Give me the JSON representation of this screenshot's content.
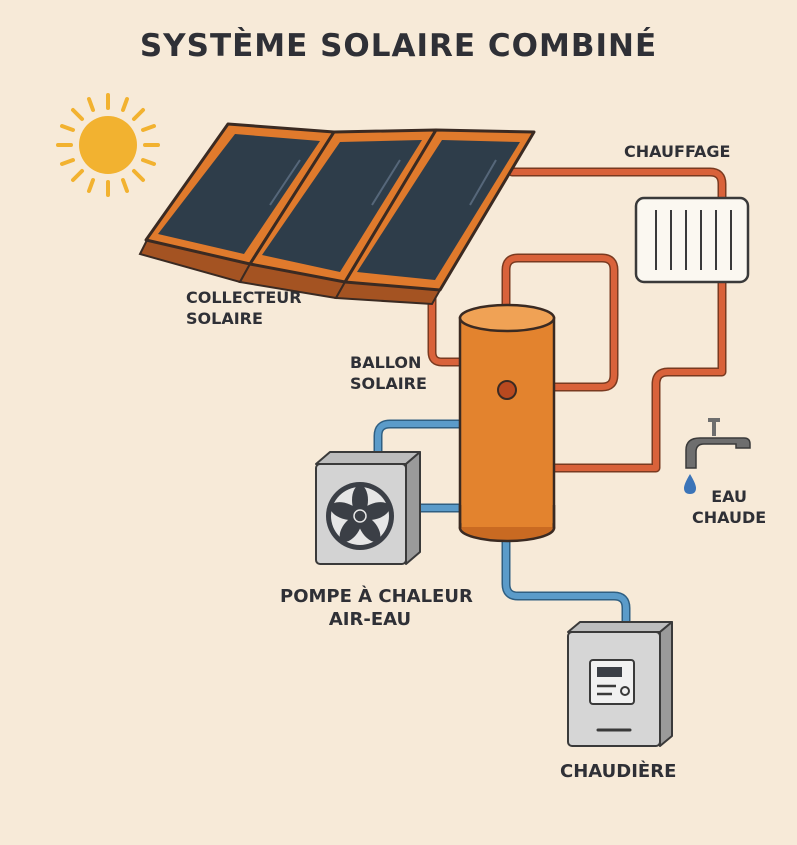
{
  "title": "SYSTÈME SOLAIRE COMBINÉ",
  "labels": {
    "collector": [
      "COLLECTEUR",
      "SOLAIRE"
    ],
    "heating": "CHAUFFAGE",
    "tank": [
      "BALLON",
      "SOLAIRE"
    ],
    "hot_water": [
      "EAU",
      "CHAUDE"
    ],
    "heat_pump": [
      "POMPE À CHALEUR",
      "AIR-EAU"
    ],
    "boiler": "CHAUDIÈRE"
  },
  "colors": {
    "background": "#f7ead8",
    "hot_pipe": "#d9623a",
    "cold_pipe": "#5b9bc9",
    "tank": "#e3832e",
    "panel_glass": "#2e3d4a",
    "sun": "#f2b230",
    "text": "#2f3036"
  }
}
